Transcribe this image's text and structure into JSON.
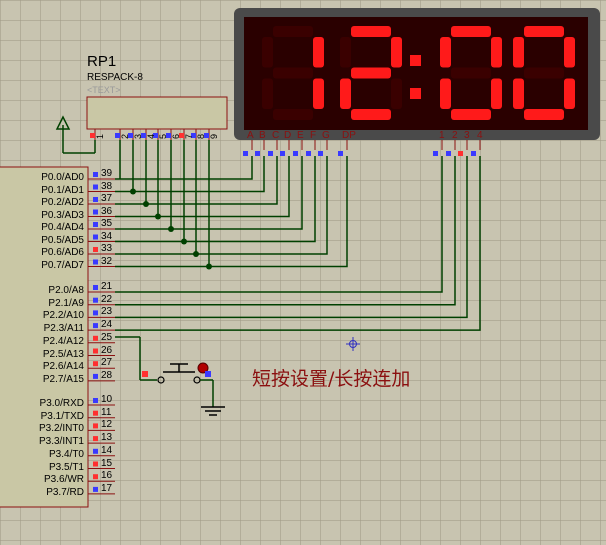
{
  "resistor_pack": {
    "ref": "RP1",
    "value": "RESPACK-8",
    "text_placeholder": "<TEXT>",
    "pins": [
      "1",
      "2",
      "3",
      "4",
      "5",
      "6",
      "7",
      "8",
      "9"
    ]
  },
  "display": {
    "time": "12:00",
    "segment_labels": [
      "A",
      "B",
      "C",
      "D",
      "E",
      "F",
      "G",
      "DP"
    ],
    "digit_labels": [
      "1",
      "2",
      "3",
      "4"
    ],
    "lit_color": "#ff1a1a",
    "unlit_color": "#3a0000",
    "bezel_color": "#4a4a4a"
  },
  "mcu": {
    "port0": [
      {
        "label": "P0.0/AD0",
        "pin": "39"
      },
      {
        "label": "P0.1/AD1",
        "pin": "38"
      },
      {
        "label": "P0.2/AD2",
        "pin": "37"
      },
      {
        "label": "P0.3/AD3",
        "pin": "36"
      },
      {
        "label": "P0.4/AD4",
        "pin": "35"
      },
      {
        "label": "P0.5/AD5",
        "pin": "34"
      },
      {
        "label": "P0.6/AD6",
        "pin": "33"
      },
      {
        "label": "P0.7/AD7",
        "pin": "32"
      }
    ],
    "port2": [
      {
        "label": "P2.0/A8",
        "pin": "21"
      },
      {
        "label": "P2.1/A9",
        "pin": "22"
      },
      {
        "label": "P2.2/A10",
        "pin": "23"
      },
      {
        "label": "P2.3/A11",
        "pin": "24"
      },
      {
        "label": "P2.4/A12",
        "pin": "25"
      },
      {
        "label": "P2.5/A13",
        "pin": "26"
      },
      {
        "label": "P2.6/A14",
        "pin": "27"
      },
      {
        "label": "P2.7/A15",
        "pin": "28"
      }
    ],
    "port3": [
      {
        "label": "P3.0/RXD",
        "pin": "10"
      },
      {
        "label": "P3.1/TXD",
        "pin": "11"
      },
      {
        "label": "P3.2/INT0",
        "pin": "12"
      },
      {
        "label": "P3.3/INT1",
        "pin": "13"
      },
      {
        "label": "P3.4/T0",
        "pin": "14"
      },
      {
        "label": "P3.5/T1",
        "pin": "15"
      },
      {
        "label": "P3.6/WR",
        "pin": "16"
      },
      {
        "label": "P3.7/RD",
        "pin": "17"
      }
    ]
  },
  "annotation": "短按设置/长按连加",
  "colors": {
    "wire": "#004000",
    "junction": "#004000",
    "chip_fill": "#c9c7a5",
    "chip_border": "#8b1010",
    "annotation": "#8b1010",
    "pin_blue": "#3a3aff",
    "pin_red": "#ff3030"
  }
}
